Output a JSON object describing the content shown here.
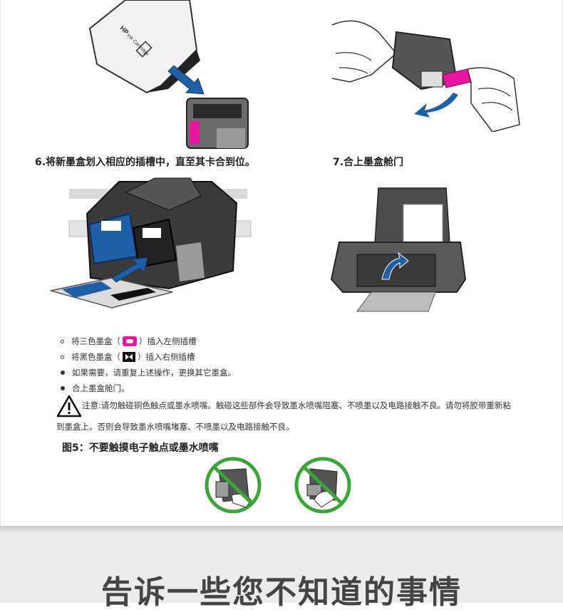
{
  "steps": {
    "step6_title": "6.将新墨盒划入相应的插槽中，直至其卡合到位。",
    "step7_title": "7.合上墨盒舱门"
  },
  "packaging": {
    "brand": "HP",
    "bag_text": "Ink Cartridge"
  },
  "bullets": {
    "b1_pre": "将三色墨盒（",
    "b1_post": "）插入左侧插槽",
    "b2_pre": "将黑色墨盒（",
    "b2_post": "）插入右侧插槽",
    "b3": "如果需要，请重复上述操作，更换其它墨盒。",
    "b4": "合上墨盒舱门。"
  },
  "warning": {
    "line1": "注意:请勿触碰铜色触点或墨水喷嘴。触碰这些部件会导致墨水喷嘴阻塞、不喷墨以及电路接触不良。请勿将胶带重新粘",
    "line2": "到墨盒上。否则会导致墨水喷嘴堵塞、不喷墨以及电路接触不良。"
  },
  "figure5": {
    "caption": "图5：不要触摸电子触点或墨水喷嘴"
  },
  "banner": {
    "title": "告诉一些您不知道的事情"
  },
  "colors": {
    "magenta": "#e8159e",
    "arrow_blue": "#1f5fa8",
    "no_green": "#3aa63a",
    "banner_bg": "#ececec"
  }
}
